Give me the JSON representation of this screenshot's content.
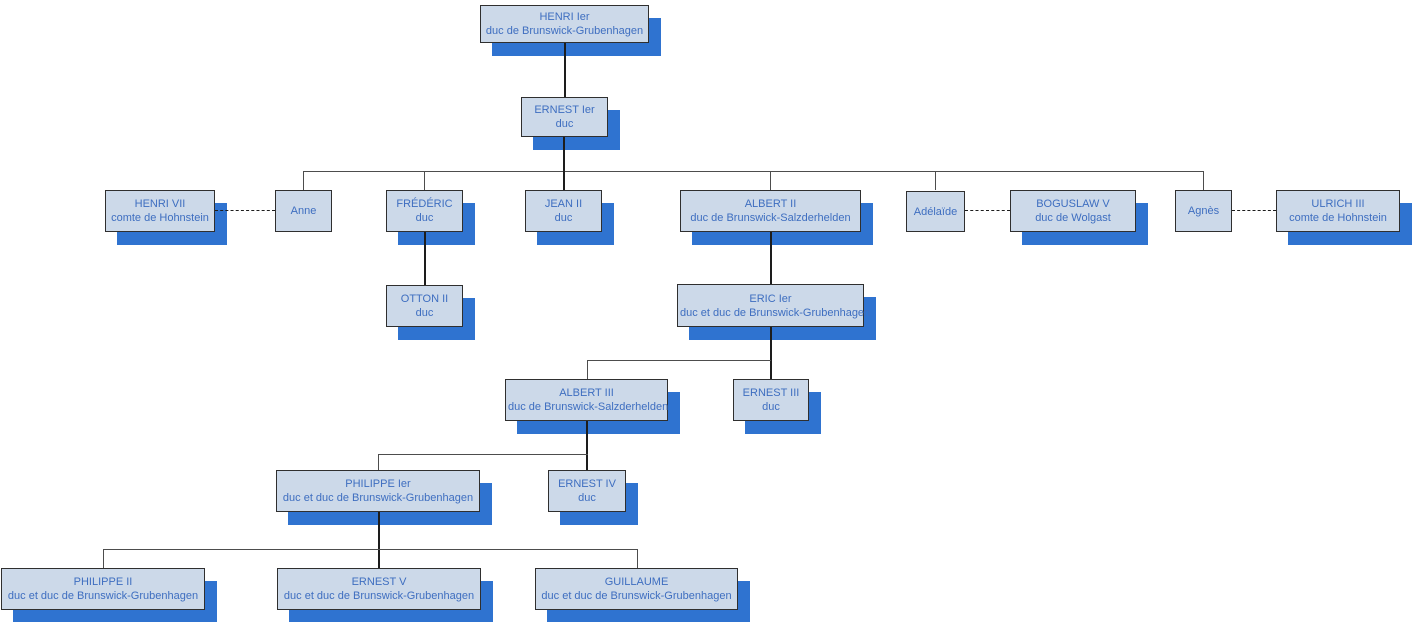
{
  "diagram": {
    "kind": "family-tree-organigram",
    "subject": "Maison de Brunswick-Grubenhagen",
    "background_color": "#ffffff",
    "colors": {
      "node_fill": "#ccd9e9",
      "node_border": "#2f2f2f",
      "node_text": "#3e6ec0",
      "node_shadow": "#2f73d0",
      "connector": "#4d4d4d",
      "connector_strong": "#1d1d1d"
    },
    "nodes": {
      "henri1": {
        "name": "HENRI Ier",
        "title": "duc de Brunswick-Grubenhagen"
      },
      "ernest1": {
        "name": "ERNEST Ier",
        "title": "duc"
      },
      "henri7": {
        "name": "HENRI VII",
        "title": "comte de Hohnstein"
      },
      "anne": {
        "name": "Anne"
      },
      "frederic": {
        "name": "FRÉDÉRIC",
        "title": "duc"
      },
      "jean2": {
        "name": "JEAN II",
        "title": "duc"
      },
      "albert2": {
        "name": "ALBERT II",
        "title": "duc de Brunswick-Salzderhelden"
      },
      "adelaide": {
        "name": "Adélaïde"
      },
      "boguslaw": {
        "name": "BOGUSLAW V",
        "title": "duc de Wolgast"
      },
      "agnes": {
        "name": "Agnès"
      },
      "ulrich3": {
        "name": "ULRICH III",
        "title": "comte de Hohnstein"
      },
      "otton2": {
        "name": "OTTON II",
        "title": "duc"
      },
      "eric1": {
        "name": "ERIC Ier",
        "title": "duc et duc de Brunswick-Grubenhagen"
      },
      "albert3": {
        "name": "ALBERT III",
        "title": "duc de Brunswick-Salzderhelden"
      },
      "ernest3": {
        "name": "ERNEST III",
        "title": "duc"
      },
      "philippe1": {
        "name": "PHILIPPE Ier",
        "title": "duc et duc de Brunswick-Grubenhagen"
      },
      "ernest4": {
        "name": "ERNEST IV",
        "title": "duc"
      },
      "philippe2": {
        "name": "PHILIPPE II",
        "title": "duc et duc de Brunswick-Grubenhagen"
      },
      "ernest5": {
        "name": "ERNEST V",
        "title": "duc et duc de Brunswick-Grubenhagen"
      },
      "guillaume": {
        "name": "GUILLAUME",
        "title": "duc et duc de Brunswick-Grubenhagen"
      }
    },
    "relations": {
      "parent_child": [
        [
          "HENRI Ier",
          "ERNEST Ier"
        ],
        [
          "ERNEST Ier",
          "Anne"
        ],
        [
          "ERNEST Ier",
          "FRÉDÉRIC"
        ],
        [
          "ERNEST Ier",
          "JEAN II"
        ],
        [
          "ERNEST Ier",
          "ALBERT II"
        ],
        [
          "ERNEST Ier",
          "Adélaïde"
        ],
        [
          "ERNEST Ier",
          "Agnès"
        ],
        [
          "FRÉDÉRIC",
          "OTTON II"
        ],
        [
          "ALBERT II",
          "ERIC Ier"
        ],
        [
          "ERIC Ier",
          "ALBERT III"
        ],
        [
          "ERIC Ier",
          "ERNEST III"
        ],
        [
          "ALBERT III",
          "PHILIPPE Ier"
        ],
        [
          "ALBERT III",
          "ERNEST IV"
        ],
        [
          "PHILIPPE Ier",
          "PHILIPPE II"
        ],
        [
          "PHILIPPE Ier",
          "ERNEST V"
        ],
        [
          "PHILIPPE Ier",
          "GUILLAUME"
        ]
      ],
      "marriages_dashed": [
        [
          "HENRI VII",
          "Anne"
        ],
        [
          "Adélaïde",
          "BOGUSLAW V"
        ],
        [
          "Agnès",
          "ULRICH III"
        ]
      ]
    }
  }
}
